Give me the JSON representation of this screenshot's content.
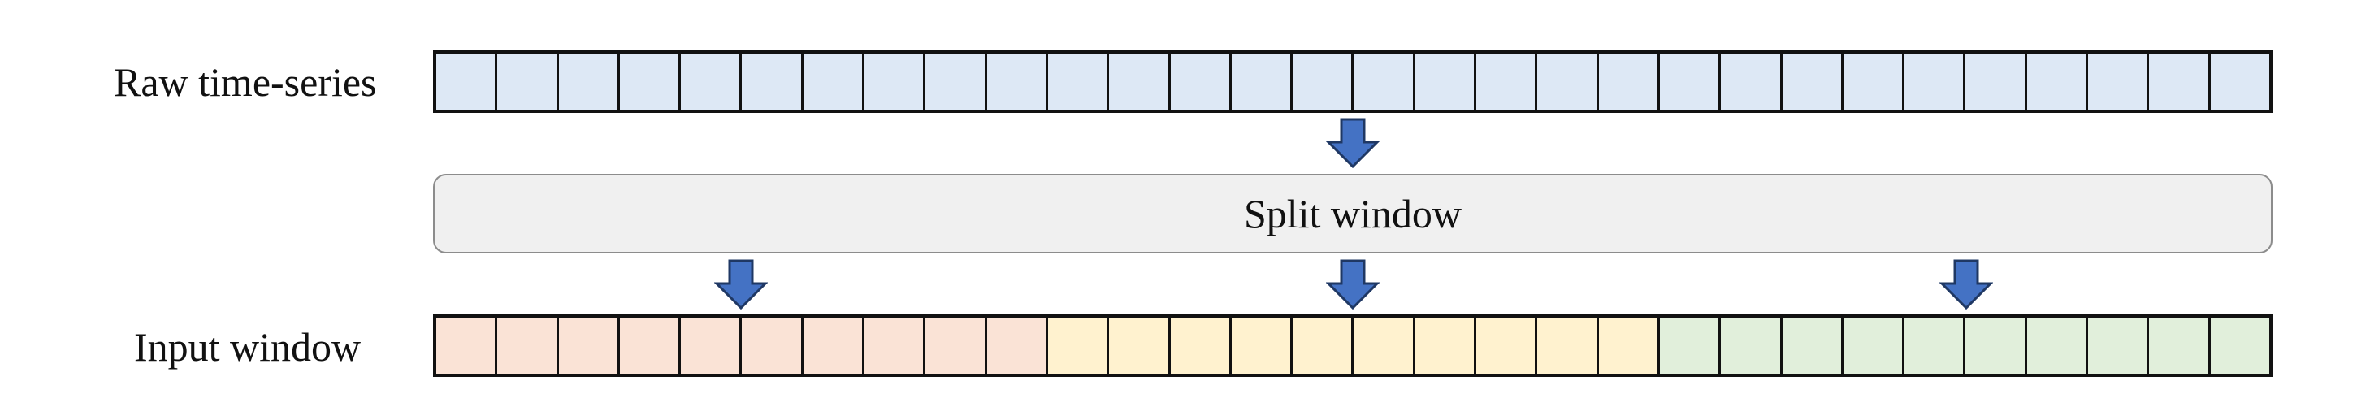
{
  "labels": {
    "raw": "Raw time-series",
    "input": "Input window",
    "split": "Split window"
  },
  "raw_series": {
    "cell_count": 30,
    "color": "#dde8f5"
  },
  "input_window": {
    "segments": [
      {
        "cell_count": 10,
        "color": "#fae3d6"
      },
      {
        "cell_count": 10,
        "color": "#fff2cf"
      },
      {
        "cell_count": 10,
        "color": "#e1efdb"
      }
    ]
  },
  "colors": {
    "border": "#111111",
    "split_fill": "#f0f0f0",
    "split_border": "#8c8c8c",
    "arrow_fill": "#4472c4",
    "arrow_stroke": "#1f3864"
  },
  "icons": {
    "arrow": "down-arrow-icon"
  }
}
